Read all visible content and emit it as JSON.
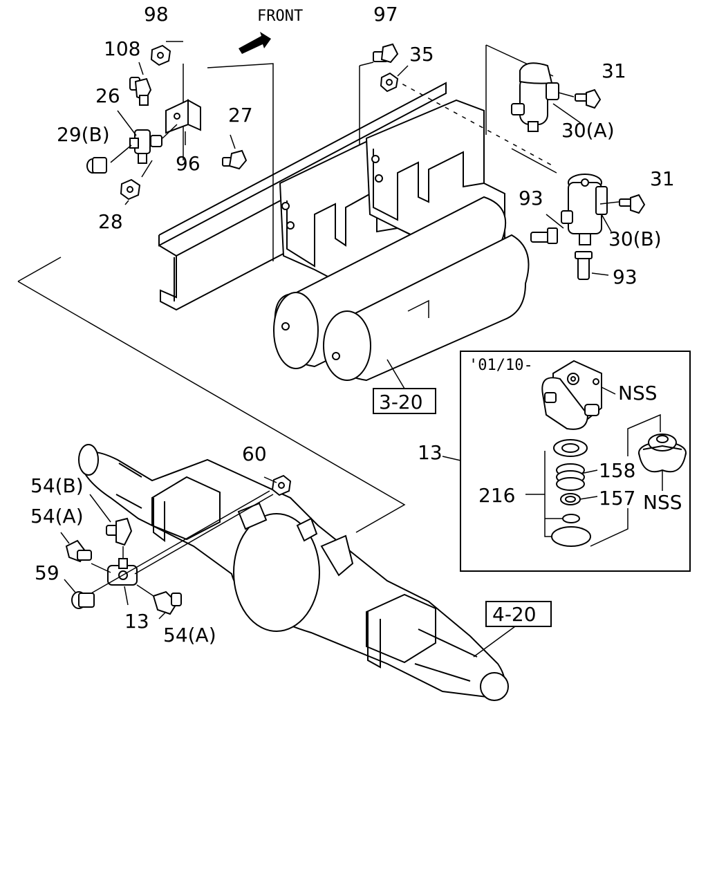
{
  "front_label": "FRONT",
  "labels": {
    "l98": "98",
    "l108": "108",
    "l26": "26",
    "l29b": "29(B)",
    "l27": "27",
    "l96": "96",
    "l28": "28",
    "l97": "97",
    "l35": "35",
    "l31a": "31",
    "l30a": "30(A)",
    "l31b": "31",
    "l93a": "93",
    "l30b": "30(B)",
    "l93b": "93",
    "l60": "60",
    "l54b": "54(B)",
    "l54a1": "54(A)",
    "l59": "59",
    "l13a": "13",
    "l54a2": "54(A)",
    "l13b": "13",
    "l216": "216",
    "l158": "158",
    "l157": "157",
    "nss1": "NSS",
    "nss2": "NSS"
  },
  "refs": {
    "r320": "3-20",
    "r420": "4-20"
  },
  "inset_date": "'01/10-"
}
